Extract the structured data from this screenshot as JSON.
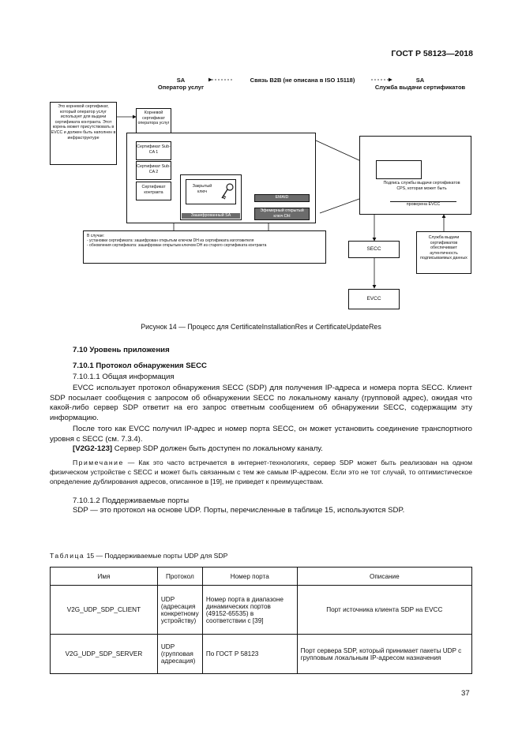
{
  "header": {
    "doc_id": "ГОСТ Р 58123—2018"
  },
  "figure": {
    "left_head": [
      "SA",
      "Оператор услуг"
    ],
    "center_head": "Связь B2B (не описана в ISO 15118)",
    "right_head": [
      "SA",
      "Служба выдачи сертификатов"
    ],
    "root_note": "Это корневой сертификат, который оператор услуг использует для выдачи сертификата контракта. Этот корень может присутствовать в EVCC и должен быть наполнен в инфраструктуре",
    "root_cert": "Корневой сертификат оператора услуг",
    "sub_ca1": "Сертификат Sub-CA 1",
    "sub_ca2": "Сертификат Sub-CA 2",
    "contract_cert": "Сертификат контракта",
    "private_key": "Закрытый ключ",
    "encrypted_sa": "Зашифрованный SA",
    "emaid": "EMAID",
    "ephemeral_key": "Эфемерный открытый ключ DH",
    "signature_note": "Подпись службы выдачи сертификатов CPS, которая может быть",
    "evcc_check": "проверена EVCC",
    "case_title": "В случае:",
    "case_line1": "- установки сертификата: зашифрован открытым ключом DH из сертификата изготовителя",
    "case_line2": "- обновления сертификата: зашифрован открытым ключом DH из старого сертификата контракта",
    "secc": "SECC",
    "evcc": "EVCC",
    "cps_note": "Служба выдачи сертификатов обеспечивает аутентичность подписываемых данных",
    "caption": "Рисунок 14 — Процесс для CertificateInstallationRes и CertificateUpdateRes"
  },
  "sections": {
    "s710": "7.10 Уровень приложения",
    "s7101": "7.10.1 Протокол обнаружения SECC",
    "s71011": "7.10.1.1 Общая информация",
    "p1": "EVCC использует протокол обнаружения SECC (SDP) для получения IP-адреса и номера порта SECC. Клиент SDP посылает сообщения с запросом об обнаружении SECC по локальному каналу (групповой адрес), ожидая что какой-либо сервер SDP ответит на его запрос ответным сообщением об обнаружении SECC, содержащим эту информацию.",
    "p2": "После того как EVCC получил IP-адрес и номер порта SECC, он может установить соединение транспортного уровня с SECC (см. 7.3.4).",
    "req_id": "[V2G2-123]",
    "req_text": " Сервер SDP должен быть доступен по локальному каналу.",
    "note_label": "Примечание",
    "note_text": " — Как это часто встречается в интернет-технологиях, сервер SDP может быть реализован на одном физическом устройстве с SECC и может быть связанным с тем же самым IP-адресом. Если это не тот случай, то оптимистическое определение дублирования адресов, описанное в [19], не приведет к преимуществам.",
    "s71012": "7.10.1.2 Поддерживаемые порты",
    "p3": "SDP — это протокол на основе UDP. Порты, перечисленные в таблице 15, используются SDP."
  },
  "table": {
    "caption_label": "Таблица",
    "caption_text": " 15 — Поддерживаемые порты UDP для SDP",
    "columns": [
      "Имя",
      "Протокол",
      "Номер порта",
      "Описание"
    ],
    "rows": [
      [
        "V2G_UDP_SDP_CLIENT",
        "UDP (адресация конкретному устройству)",
        "Номер порта в диапазоне динамических портов (49152-65535) в соответствии с [39]",
        "Порт источника клиента SDP на EVCC"
      ],
      [
        "V2G_UDP_SDP_SERVER",
        "UDP (групповая адресация)",
        "По ГОСТ Р 58123",
        "Порт сервера SDP, который принимает пакеты UDP с групповым локальным IP-адресом назначения"
      ]
    ]
  },
  "footer": {
    "page_number": "37"
  }
}
